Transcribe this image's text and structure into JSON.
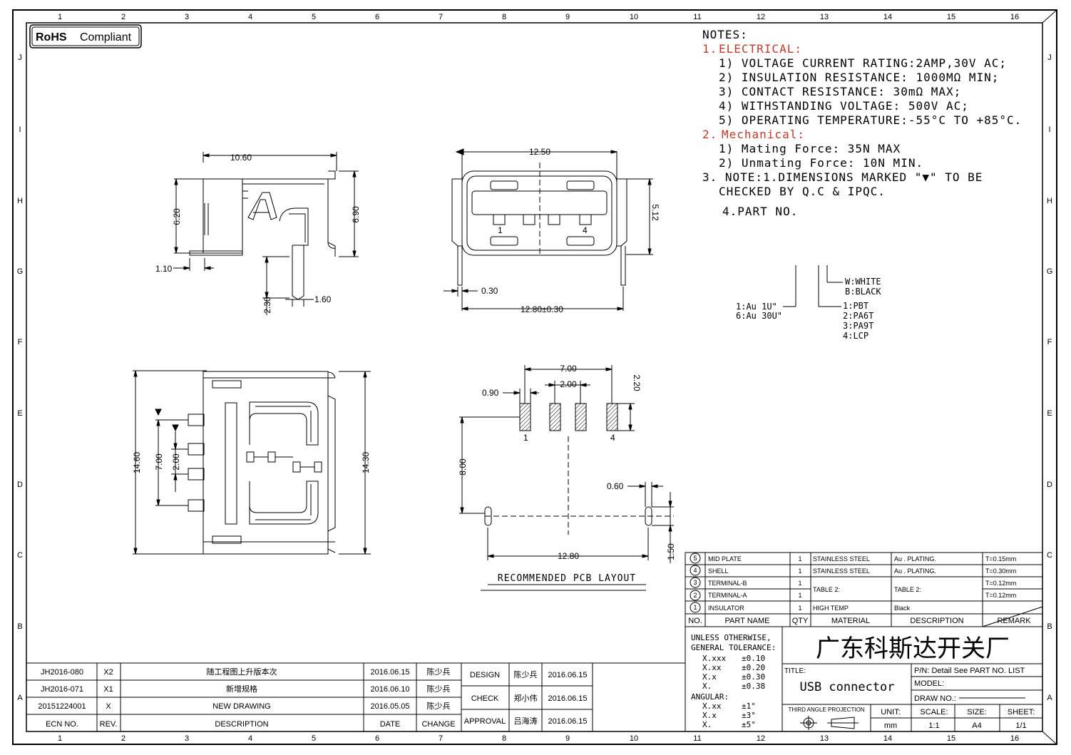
{
  "border": {
    "cols": [
      "1",
      "2",
      "3",
      "4",
      "5",
      "6",
      "7",
      "8",
      "9",
      "10",
      "11",
      "12",
      "13",
      "14",
      "15",
      "16"
    ],
    "rows": [
      "J",
      "I",
      "H",
      "G",
      "F",
      "E",
      "D",
      "C",
      "B",
      "A"
    ]
  },
  "rohs": {
    "bold": "RoHS",
    "text": "Compliant"
  },
  "notes": {
    "title": "NOTES:",
    "s1_num": "1.",
    "s1_title": "ELECTRICAL:",
    "e1": "1) VOLTAGE CURRENT RATING:2AMP,30V AC;",
    "e2": "2) INSULATION RESISTANCE: 1000MΩ MIN;",
    "e3": "3) CONTACT RESISTANCE: 30mΩ MAX;",
    "e4": "4) WITHSTANDING VOLTAGE: 500V AC;",
    "e5": "5) OPERATING TEMPERATURE:-55°C TO +85°C.",
    "s2_num": "2.",
    "s2_title": "Mechanical:",
    "m1": "1) Mating Force:  35N MAX",
    "m2": "2) Unmating Force:  10N MIN.",
    "n3a": "3. NOTE:1.DIMENSIONS MARKED \"▼\" TO BE",
    "n3b": "CHECKED BY Q.C & IPQC.",
    "n4": "4.PART NO."
  },
  "part_no": {
    "color1": "W:WHITE",
    "color2": "B:BLACK",
    "mat1": "1:PBT",
    "mat2": "2:PA6T",
    "mat3": "3:PA9T",
    "mat4": "4:LCP",
    "plat1": "1:Au 1U\"",
    "plat2": "6:Au 30U\""
  },
  "dims": {
    "side_w": "10.60",
    "side_h1": "6.20",
    "side_h2": "6.90",
    "side_t": "1.10",
    "side_p1": "2.30",
    "side_p2": "1.60",
    "front_w": "12.50",
    "front_h": "5.12",
    "front_t": "0.30",
    "front_pitch": "12.80±0.30",
    "front_pin1": "1",
    "front_pin4": "4",
    "top_h1": "14.60",
    "top_h2": "14.30",
    "top_p1": "7.00",
    "top_p2": "2.00",
    "pcb_w1": "7.00",
    "pcb_w2": "2.00",
    "pcb_w3": "0.90",
    "pcb_h1": "2.20",
    "pcb_h2": "8.00",
    "pcb_w4": "0.60",
    "pcb_w5": "12.80",
    "pcb_h3": "1.50",
    "pcb_pin1": "1",
    "pcb_pin4": "4",
    "pcb_caption": "RECOMMENDED PCB LAYOUT"
  },
  "bom": {
    "rows": [
      {
        "no": "5",
        "name": "MID PLATE",
        "qty": "1",
        "mat": "STAINLESS STEEL",
        "desc": "Au . PLATING.",
        "remark": "T=0.15mm"
      },
      {
        "no": "4",
        "name": "SHELL",
        "qty": "1",
        "mat": "STAINLESS STEEL",
        "desc": "Au . PLATING.",
        "remark": "T=0.30mm"
      },
      {
        "no": "3",
        "name": "TERMINAL-B",
        "qty": "1",
        "mat": "",
        "desc": "",
        "remark": "T=0.12mm"
      },
      {
        "no": "2",
        "name": "TERMINAL-A",
        "qty": "1",
        "mat": "",
        "desc": "",
        "remark": "T=0.12mm"
      },
      {
        "no": "1",
        "name": "INSULATOR",
        "qty": "1",
        "mat": "HIGH TEMP",
        "desc": "Black",
        "remark": ""
      }
    ],
    "table2_mat": "TABLE 2:",
    "table2_desc": "TABLE 2:",
    "headers": {
      "no": "NO.",
      "name": "PART NAME",
      "qty": "QTY",
      "mat": "MATERIAL",
      "desc": "DESCRIPTION",
      "remark": "REMARK"
    }
  },
  "tolerance": {
    "title1": "UNLESS OTHERWISE,",
    "title2": "GENERAL TOLERANCE:",
    "r1a": "X.xxx",
    "r1b": "±0.10",
    "r2a": "X.xx",
    "r2b": "±0.20",
    "r3a": "X.x",
    "r3b": "±0.30",
    "r4a": "X.",
    "r4b": "±0.38",
    "angular": "ANGULAR:",
    "a1a": "X.xx",
    "a1b": "±1°",
    "a2a": "X.x",
    "a2b": "±3°",
    "a3a": "X.",
    "a3b": "±5°"
  },
  "title_block": {
    "company": "广东科斯达开关厂",
    "title_label": "TITLE:",
    "title": "USB connector",
    "pn": "P/N: Detail  See  PART  NO.  LIST",
    "model": "MODEL:",
    "drawno": "DRAW  NO.:",
    "projection": "THIRD ANGLE PROJECTION",
    "unit_label": "UNIT:",
    "unit": "mm",
    "scale_label": "SCALE:",
    "scale": "1:1",
    "size_label": "SIZE:",
    "size": "A4",
    "sheet_label": "SHEET:",
    "sheet": "1/1"
  },
  "revisions": [
    {
      "ecn": "JH2016-080",
      "rev": "X2",
      "desc": "随工程图上升版本次",
      "date": "2016.06.15",
      "by": "陈少兵"
    },
    {
      "ecn": "JH2016-071",
      "rev": "X1",
      "desc": "新增规格",
      "date": "2016.06.10",
      "by": "陈少兵"
    },
    {
      "ecn": "20151224001",
      "rev": "X",
      "desc": "NEW DRAWING",
      "date": "2016.05.05",
      "by": "陈少兵"
    }
  ],
  "rev_headers": {
    "ecn": "ECN  NO.",
    "rev": "REV.",
    "desc": "DESCRIPTION",
    "date": "DATE",
    "change": "CHANGE"
  },
  "approvals": [
    {
      "role": "DESIGN",
      "name": "陈少兵",
      "date": "2016.06.15"
    },
    {
      "role": "CHECK",
      "name": "郑小伟",
      "date": "2016.06.15"
    },
    {
      "role": "APPROVAL",
      "name": "吕海涛",
      "date": "2016.06.15"
    }
  ]
}
